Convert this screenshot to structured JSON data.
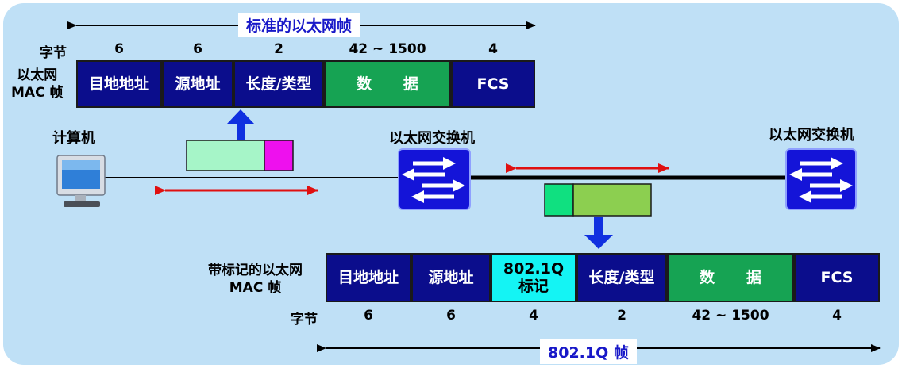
{
  "standard_frame": {
    "title": "标准的以太网帧",
    "row_label": "字节",
    "frame_label": "以太网\nMAC 帧",
    "fields": [
      "目地地址",
      "源地址",
      "长度/类型",
      "数      据",
      "FCS"
    ],
    "bytes": [
      "6",
      "6",
      "2",
      "42 ~ 1500",
      "4"
    ]
  },
  "tagged_frame": {
    "title": "802.1Q 帧",
    "row_label": "字节",
    "frame_label": "带标记的以太网\nMAC 帧",
    "fields": [
      "目地地址",
      "源地址",
      "802.1Q\n标记",
      "长度/类型",
      "数      据",
      "FCS"
    ],
    "bytes": [
      "6",
      "6",
      "4",
      "2",
      "42 ~ 1500",
      "4"
    ]
  },
  "devices": {
    "computer": "计算机",
    "switch_left": "以太网交换机",
    "switch_right": "以太网交换机"
  },
  "colors": {
    "panel": "#bfe0f6",
    "field_dark": "#0b0d8c",
    "field_data": "#16a353",
    "field_tag": "#14f4f4",
    "arrow_red": "#e01010",
    "arrow_blue": "#1030e0",
    "mini_frame_left": [
      "#a6f5c8",
      "#ee10ee"
    ],
    "mini_frame_right": [
      "#10e080",
      "#8ccf50"
    ]
  }
}
